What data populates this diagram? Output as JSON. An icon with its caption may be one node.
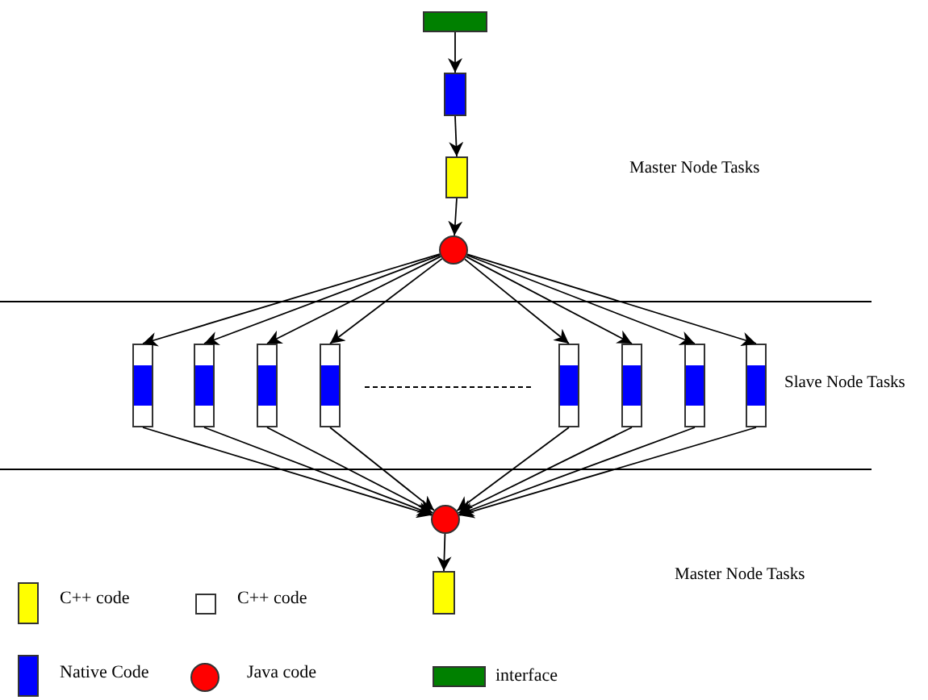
{
  "diagram": {
    "nodes": [
      {
        "text": [],
        "shape": "box"
      },
      {
        "text": [],
        "shape": "bar"
      },
      {
        "text": [],
        "shape": "bar"
      },
      {
        "text": [],
        "shape": "circle"
      },
      {
        "text": [],
        "shape": "bar"
      },
      {
        "text": [],
        "shape": "bar"
      },
      {
        "text": [],
        "shape": "bar"
      },
      {
        "text": [],
        "shape": "bar"
      },
      {
        "text": [],
        "shape": "bar"
      },
      {
        "text": [],
        "shape": "bar"
      },
      {
        "text": [],
        "shape": "bar"
      },
      {
        "text": [],
        "shape": "bar"
      },
      {
        "text": [],
        "shape": "circle"
      },
      {
        "text": [],
        "shape": "bar"
      }
    ],
    "edges": [
      {
        "from": 0,
        "to": 1,
        "arrow": "to"
      },
      {
        "from": 1,
        "to": 2,
        "arrow": "to"
      },
      {
        "from": 2,
        "to": 3,
        "arrow": "to"
      },
      {
        "from": 3,
        "to": 4,
        "arrow": "to"
      },
      {
        "from": 3,
        "to": 5,
        "arrow": "to"
      },
      {
        "from": 3,
        "to": 6,
        "arrow": "to"
      },
      {
        "from": 3,
        "to": 7,
        "arrow": "to"
      },
      {
        "from": 3,
        "to": 8,
        "arrow": "to"
      },
      {
        "from": 3,
        "to": 9,
        "arrow": "to"
      },
      {
        "from": 3,
        "to": 10,
        "arrow": "to"
      },
      {
        "from": 3,
        "to": 11,
        "arrow": "to"
      },
      {
        "from": 4,
        "to": 12,
        "arrow": "to"
      },
      {
        "from": 5,
        "to": 12,
        "arrow": "to"
      },
      {
        "from": 6,
        "to": 12,
        "arrow": "to"
      },
      {
        "from": 7,
        "to": 12,
        "arrow": "to"
      },
      {
        "from": 8,
        "to": 12,
        "arrow": "to"
      },
      {
        "from": 9,
        "to": 12,
        "arrow": "to"
      },
      {
        "from": 10,
        "to": 12,
        "arrow": "to"
      },
      {
        "from": 11,
        "to": 12,
        "arrow": "to"
      },
      {
        "from": 12,
        "to": 13,
        "arrow": "to"
      }
    ],
    "labels": [
      "Master Node Tasks",
      "Slave Node Tasks",
      "Master Node Tasks"
    ],
    "legend": [
      {
        "text": "C++ code",
        "color": "#ffff00"
      },
      {
        "text": "C++ code",
        "color": "#ffffff"
      },
      {
        "text": "Native Code",
        "color": "#0000ff"
      },
      {
        "text": "Java code",
        "color": "#ff0000"
      },
      {
        "text": "interface",
        "color": "#008000"
      }
    ]
  }
}
